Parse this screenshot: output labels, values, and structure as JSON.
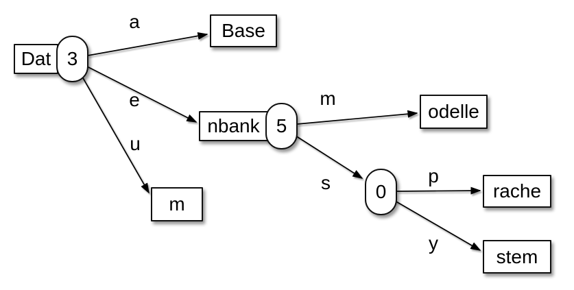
{
  "diagram": {
    "type": "patricia-trie",
    "colors": {
      "background": "#ffffff",
      "node_fill": "#ffffff",
      "stroke": "#000000",
      "text": "#000000"
    },
    "nodes": [
      {
        "id": "dat",
        "label": "Dat",
        "shape": "rect"
      },
      {
        "id": "n3",
        "label": "3",
        "shape": "pill"
      },
      {
        "id": "base",
        "label": "Base",
        "shape": "rect"
      },
      {
        "id": "nbank",
        "label": "nbank",
        "shape": "rect"
      },
      {
        "id": "n5",
        "label": "5",
        "shape": "pill"
      },
      {
        "id": "m",
        "label": "m",
        "shape": "rect"
      },
      {
        "id": "odelle",
        "label": "odelle",
        "shape": "rect"
      },
      {
        "id": "n0",
        "label": "0",
        "shape": "pill"
      },
      {
        "id": "rache",
        "label": "rache",
        "shape": "rect"
      },
      {
        "id": "stem",
        "label": "stem",
        "shape": "rect"
      }
    ],
    "edges": [
      {
        "from": "n3",
        "to": "base",
        "label": "a"
      },
      {
        "from": "n3",
        "to": "nbank",
        "label": "e"
      },
      {
        "from": "n3",
        "to": "m",
        "label": "u"
      },
      {
        "from": "n5",
        "to": "odelle",
        "label": "m"
      },
      {
        "from": "n5",
        "to": "n0",
        "label": "s"
      },
      {
        "from": "n0",
        "to": "rache",
        "label": "p"
      },
      {
        "from": "n0",
        "to": "stem",
        "label": "y"
      }
    ]
  }
}
